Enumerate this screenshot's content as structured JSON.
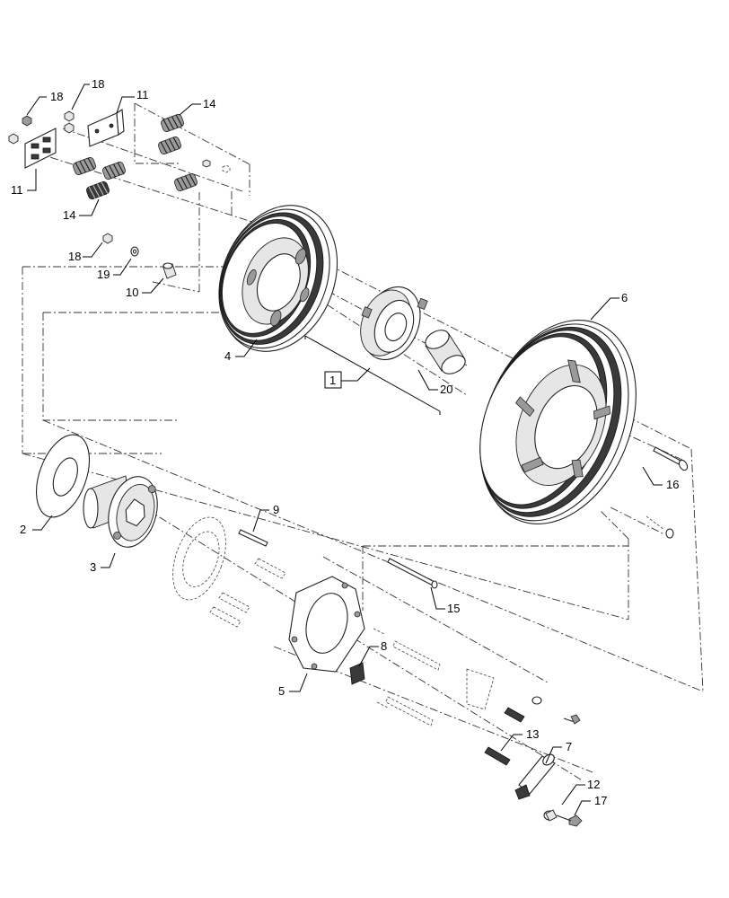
{
  "callouts": [
    {
      "id": "c18a",
      "text": "18"
    },
    {
      "id": "c18b",
      "text": "18"
    },
    {
      "id": "c11a",
      "text": "11"
    },
    {
      "id": "c14a",
      "text": "14"
    },
    {
      "id": "c11b",
      "text": "11"
    },
    {
      "id": "c14b",
      "text": "14"
    },
    {
      "id": "c18c",
      "text": "18"
    },
    {
      "id": "c19",
      "text": "19"
    },
    {
      "id": "c10",
      "text": "10"
    },
    {
      "id": "c4",
      "text": "4"
    },
    {
      "id": "c1",
      "text": "1"
    },
    {
      "id": "c20",
      "text": "20"
    },
    {
      "id": "c6",
      "text": "6"
    },
    {
      "id": "c16",
      "text": "16"
    },
    {
      "id": "c2",
      "text": "2"
    },
    {
      "id": "c3",
      "text": "3"
    },
    {
      "id": "c9",
      "text": "9"
    },
    {
      "id": "c15",
      "text": "15"
    },
    {
      "id": "c8",
      "text": "8"
    },
    {
      "id": "c5",
      "text": "5"
    },
    {
      "id": "c13",
      "text": "13"
    },
    {
      "id": "c7",
      "text": "7"
    },
    {
      "id": "c12",
      "text": "12"
    },
    {
      "id": "c17",
      "text": "17"
    }
  ]
}
